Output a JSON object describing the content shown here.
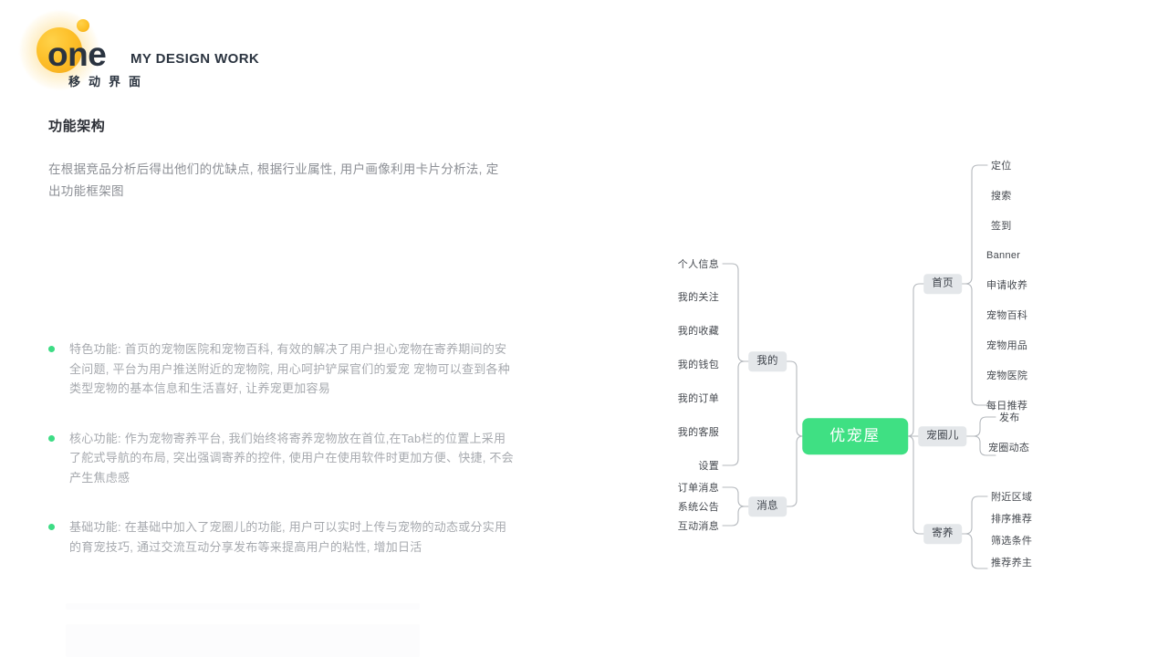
{
  "logo": {
    "wordmark": "one",
    "tagline": "MY DESIGN WORK",
    "subtitle": "移动界面",
    "circle_color": "#fdc02a",
    "dot_color": "#fcbe24"
  },
  "section": {
    "title": "功能架构",
    "description": "在根据竞品分析后得出他们的优缺点, 根据行业属性, 用户画像利用卡片分析法, 定出功能框架图"
  },
  "bullets": [
    {
      "dot_color": "#3ddc84",
      "text": "特色功能: 首页的宠物医院和宠物百科, 有效的解决了用户担心宠物在寄养期间的安全问题, 平台为用户推送附近的宠物院, 用心呵护铲屎官们的爱宠 宠物可以查到各种类型宠物的基本信息和生活喜好, 让养宠更加容易"
    },
    {
      "dot_color": "#3ddc84",
      "text": "核心功能: 作为宠物寄养平台, 我们始终将寄养宠物放在首位,在Tab栏的位置上采用了舵式导航的布局, 突出强调寄养的控件, 使用户在使用软件时更加方便、快捷, 不会产生焦虑感"
    },
    {
      "dot_color": "#3ddc84",
      "text": "基础功能: 在基础中加入了宠圈儿的功能, 用户可以实时上传与宠物的动态或分实用的育宠技巧, 通过交流互动分享发布等来提高用户的粘性, 增加日活"
    }
  ],
  "mindmap": {
    "root": "优宠屋",
    "root_color": "#3fe083",
    "chip_color": "#e4e7ea",
    "line_color": "#b4b8bd",
    "branches": [
      {
        "label": "我的",
        "side": "left",
        "children": [
          "个人信息",
          "我的关注",
          "我的收藏",
          "我的钱包",
          "我的订单",
          "我的客服",
          "设置"
        ]
      },
      {
        "label": "消息",
        "side": "left",
        "children": [
          "订单消息",
          "系统公告",
          "互动消息"
        ]
      },
      {
        "label": "首页",
        "side": "right",
        "children": [
          "定位",
          "搜索",
          "签到",
          "Banner",
          "申请收养",
          "宠物百科",
          "宠物用品",
          "宠物医院",
          "每日推荐"
        ]
      },
      {
        "label": "宠圈儿",
        "side": "right",
        "children": [
          "发布",
          "宠圈动态"
        ]
      },
      {
        "label": "寄养",
        "side": "right",
        "children": [
          "附近区域",
          "排序推荐",
          "筛选条件",
          "推荐养主"
        ]
      }
    ]
  }
}
